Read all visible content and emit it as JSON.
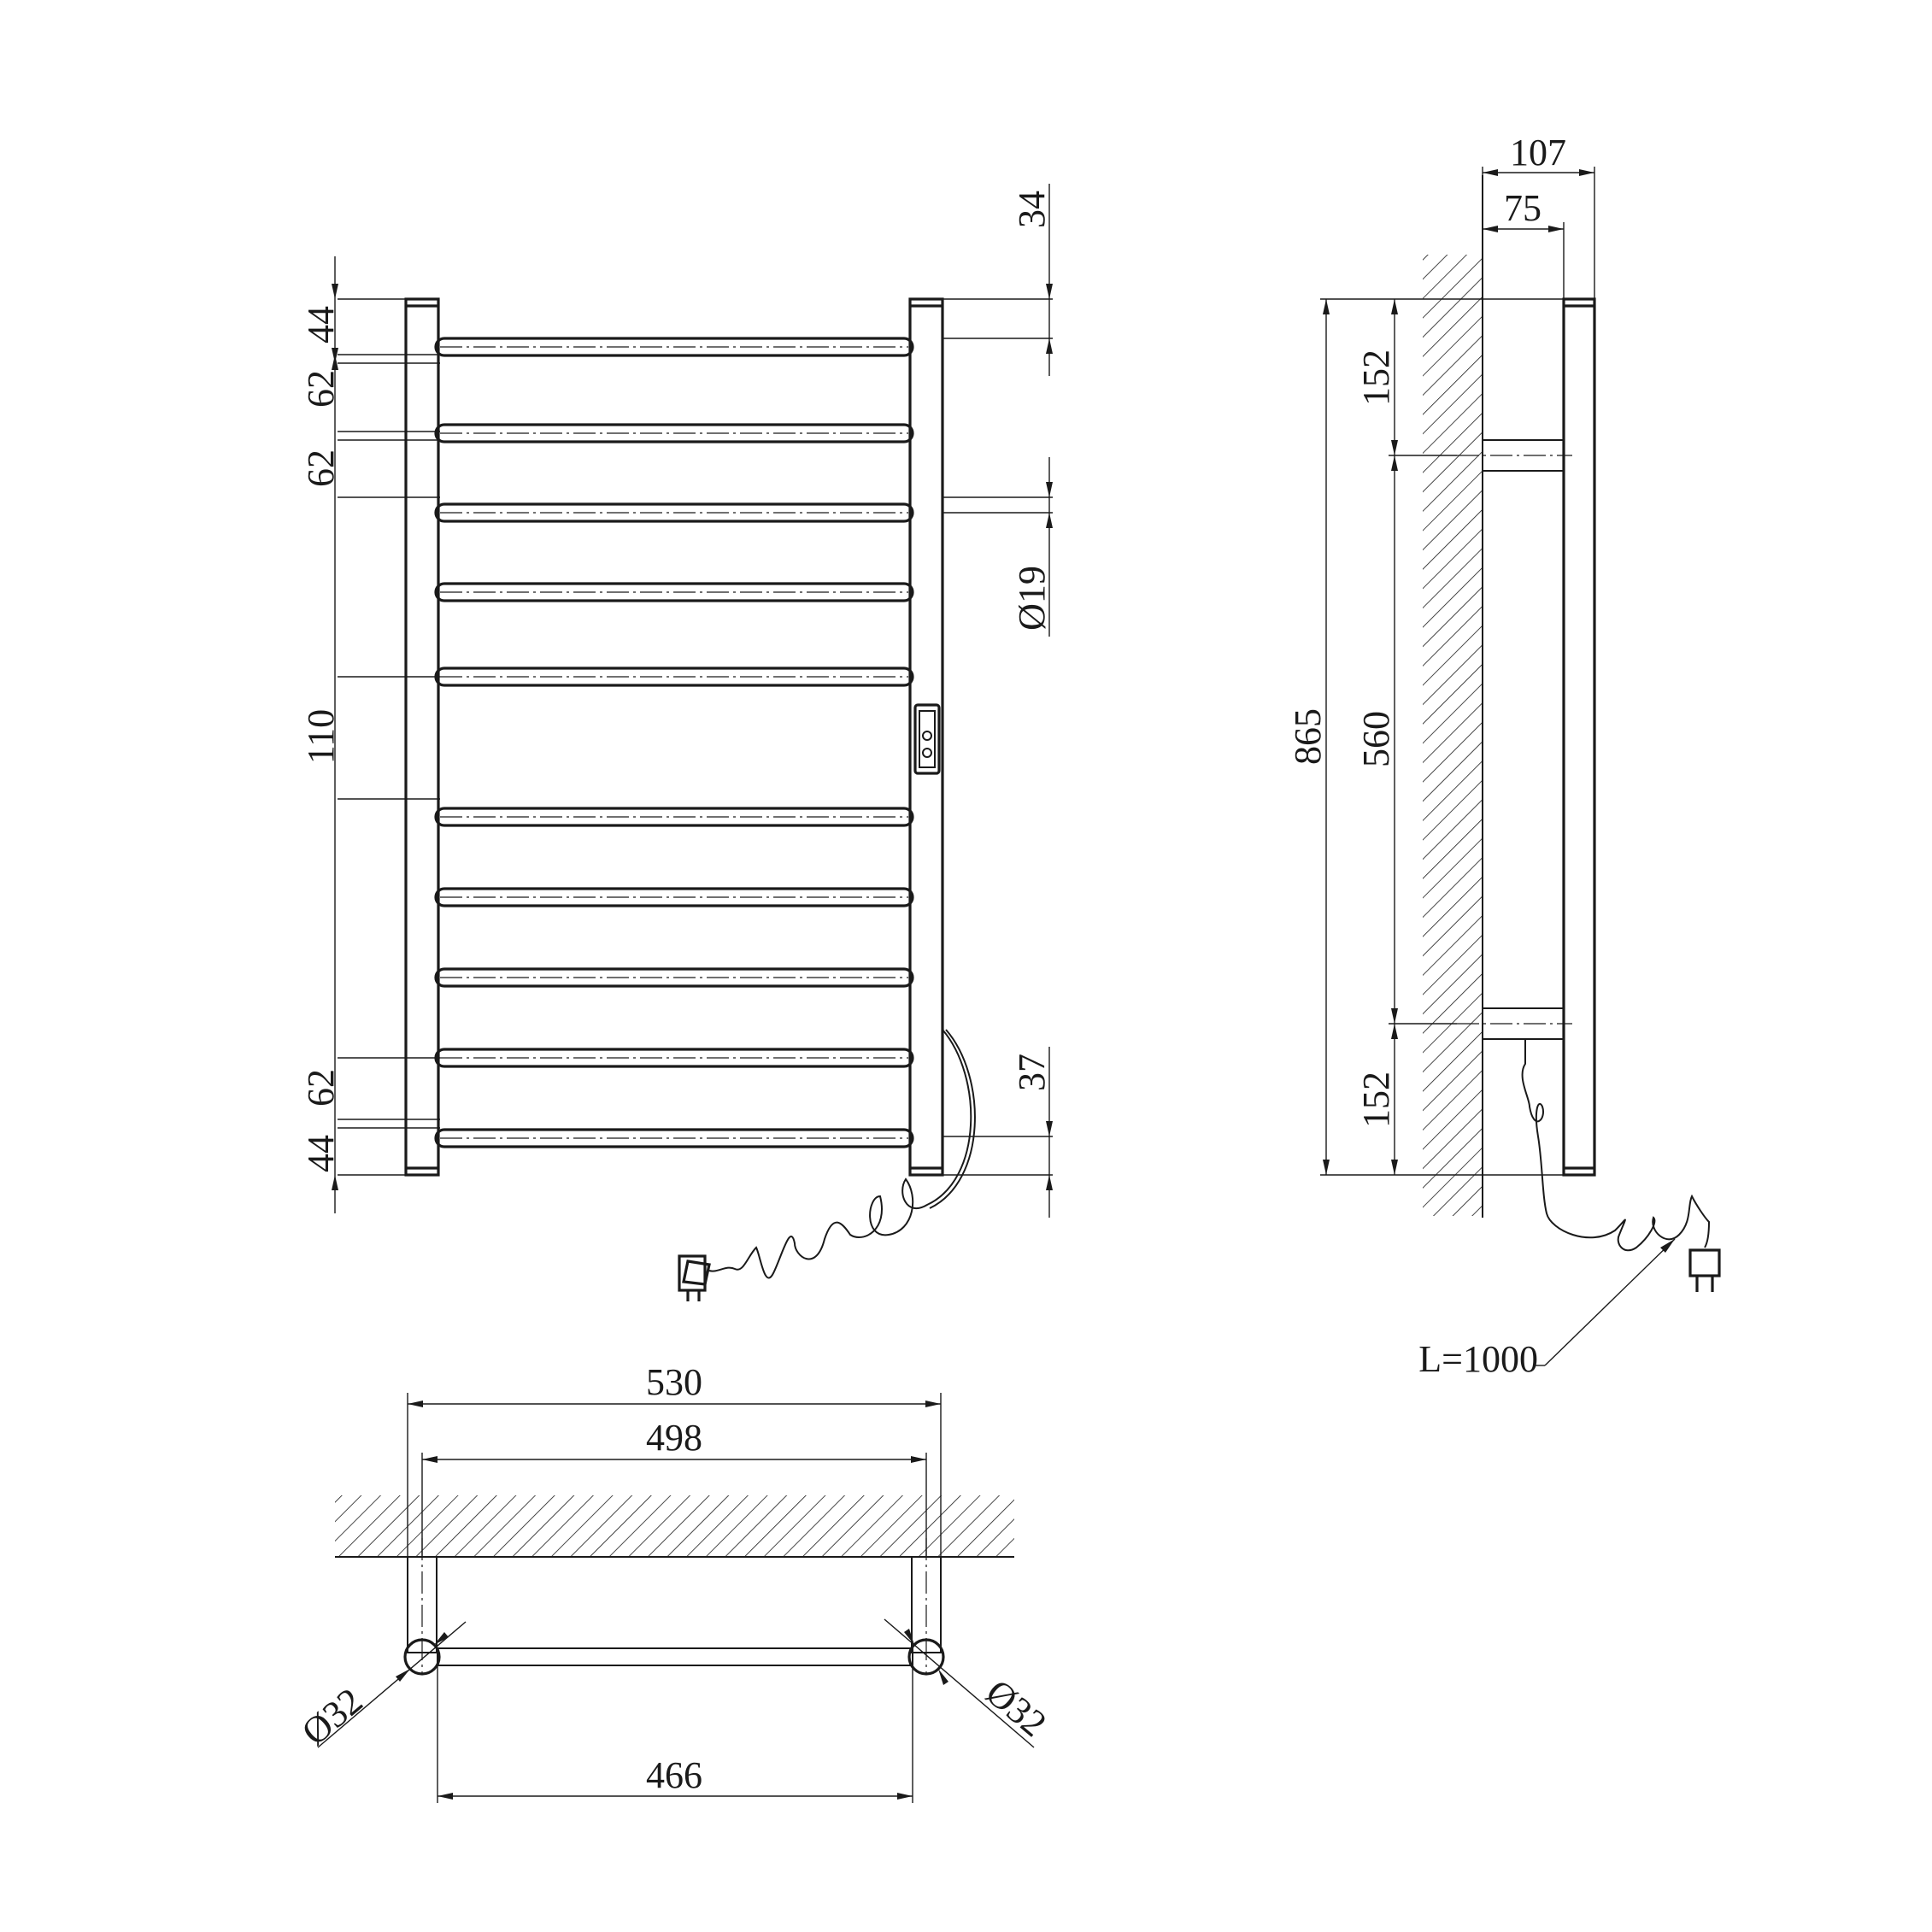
{
  "front_view": {
    "dims_left": [
      "44",
      "62",
      "62",
      "110",
      "62",
      "44"
    ],
    "dims_right": [
      "34",
      "Ø19",
      "37"
    ]
  },
  "side_view": {
    "dim_top_outer": "107",
    "dim_top_inner": "75",
    "dim_total_height": "865",
    "dim_top_offset": "152",
    "dim_mount_span": "560",
    "dim_bottom_offset": "152",
    "cable_length": "L=1000"
  },
  "top_view": {
    "dim_overall_width": "530",
    "dim_center_width": "498",
    "dim_inner_width": "466",
    "dim_left_tube": "Ø32",
    "dim_right_tube": "Ø32"
  }
}
